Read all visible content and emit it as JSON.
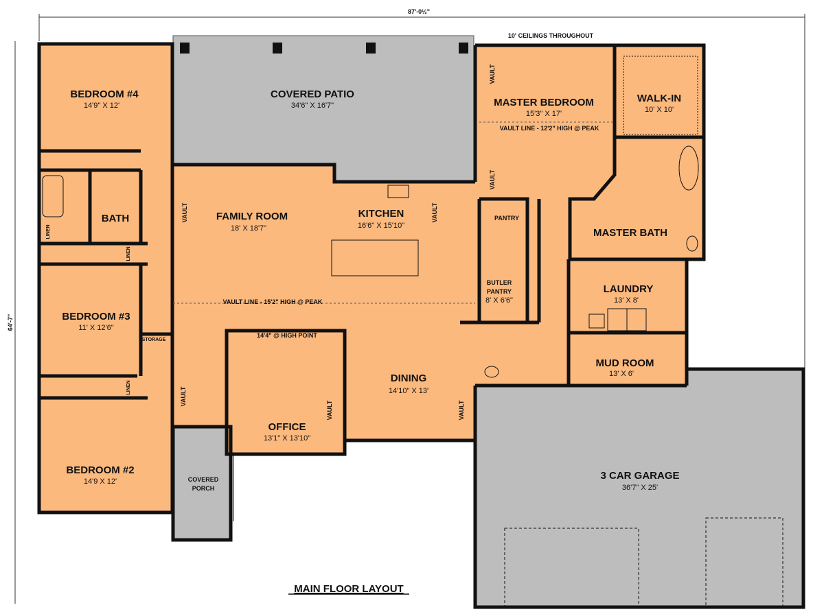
{
  "colors": {
    "living": "#FBB97E",
    "covered": "#BDBDBD",
    "wall": "#111111"
  },
  "dimensions": {
    "overall_width": "87'-0½\"",
    "overall_depth": "64'-7\""
  },
  "notes": {
    "ceilings": "10' CEILINGS THROUGHOUT",
    "master_vault_line": "VAULT LINE - 12'2\" HIGH @ PEAK",
    "main_vault_line": "VAULT LINE - 15'2\" HIGH @ PEAK",
    "office_high_point": "14'4\" @ HIGH POINT",
    "vault": "VAULT"
  },
  "rooms": {
    "bedroom4": {
      "name": "BEDROOM #4",
      "size": "14'9\" X 12'"
    },
    "covered_patio": {
      "name": "COVERED PATIO",
      "size": "34'6\" X 16'7\""
    },
    "master_bedroom": {
      "name": "MASTER BEDROOM",
      "size": "15'3\" X 17'"
    },
    "walk_in": {
      "name": "WALK-IN",
      "size": "10' X 10'"
    },
    "bath": {
      "name": "BATH"
    },
    "family_room": {
      "name": "FAMILY ROOM",
      "size": "18' X 18'7\""
    },
    "kitchen": {
      "name": "KITCHEN",
      "size": "16'6\" X 15'10\""
    },
    "pantry": {
      "name": "PANTRY"
    },
    "butler_pantry": {
      "name_line1": "BUTLER",
      "name_line2": "PANTRY",
      "size": "8' X 6'6\""
    },
    "master_bath": {
      "name": "MASTER BATH"
    },
    "laundry": {
      "name": "LAUNDRY",
      "size": "13' X 8'"
    },
    "bedroom3": {
      "name": "BEDROOM #3",
      "size": "11' X 12'6\""
    },
    "storage": {
      "name": "STORAGE"
    },
    "linen": {
      "name": "LINEN"
    },
    "office": {
      "name": "OFFICE",
      "size": "13'1\" X 13'10\""
    },
    "dining": {
      "name": "DINING",
      "size": "14'10\" X 13'"
    },
    "mud_room": {
      "name": "MUD ROOM",
      "size": "13' X 6'"
    },
    "bedroom2": {
      "name": "BEDROOM #2",
      "size": "14'9 X 12'"
    },
    "covered_porch": {
      "name_line1": "COVERED",
      "name_line2": "PORCH"
    },
    "garage": {
      "name": "3 CAR GARAGE",
      "size": "36'7\" X 25'"
    }
  },
  "title": "MAIN FLOOR LAYOUT"
}
